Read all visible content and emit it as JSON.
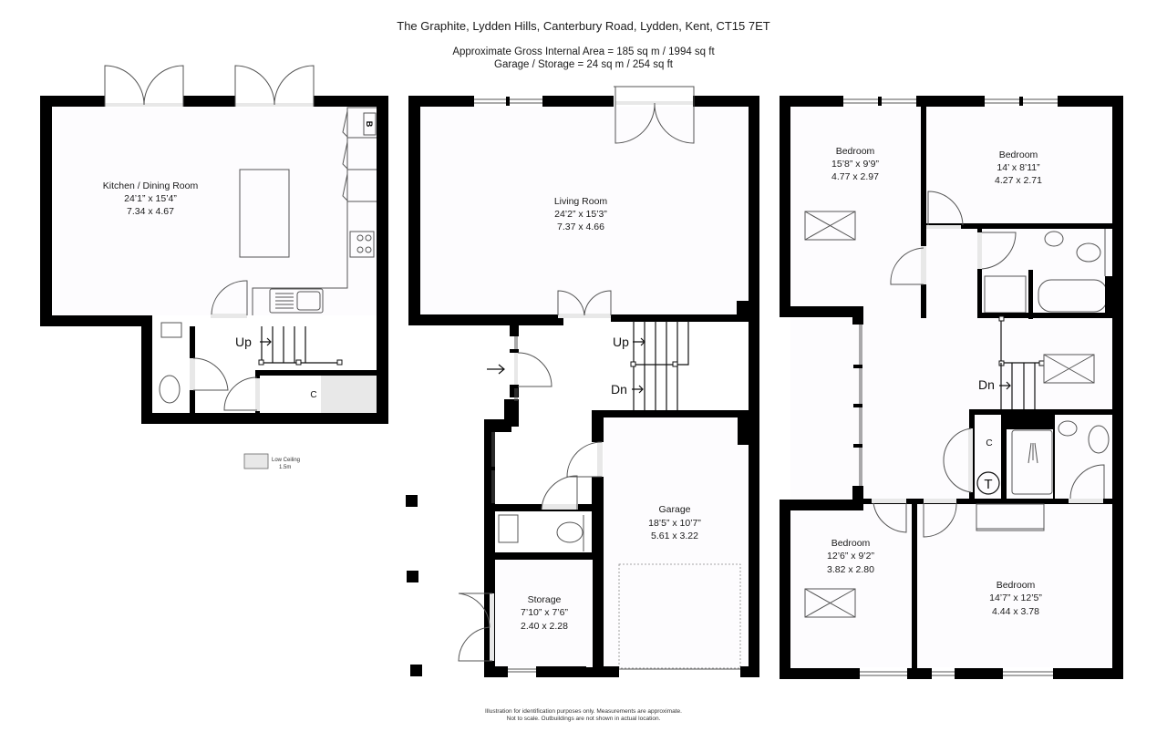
{
  "header": {
    "title": "The Graphite, Lydden Hills, Canterbury Road, Lydden, Kent, CT15 7ET",
    "gross_internal_area": "Approximate Gross Internal Area =  185 sq m / 1994 sq ft",
    "garage_storage_area": "Garage / Storage = 24 sq m / 254 sq ft"
  },
  "lower_floor": {
    "kitchen": {
      "name": "Kitchen / Dining Room",
      "imperial": "24’1” x 15’4”",
      "metric": "7.34 x 4.67"
    },
    "stairs_label": "Up",
    "cupboard_label": "C",
    "boiler_label": "B"
  },
  "legend": {
    "low_ceiling_label": "Low Ceiling",
    "low_ceiling_value": "1.5m"
  },
  "ground_floor": {
    "living_room": {
      "name": "Living Room",
      "imperial": "24’2” x 15’3”",
      "metric": "7.37 x 4.66"
    },
    "garage": {
      "name": "Garage",
      "imperial": "18’5” x 10’7”",
      "metric": "5.61 x 3.22"
    },
    "storage": {
      "name": "Storage",
      "imperial": "7’10” x 7’6”",
      "metric": "2.40 x 2.28"
    },
    "stairs_up_label": "Up",
    "stairs_down_label": "Dn"
  },
  "first_floor": {
    "bedroom1": {
      "name": "Bedroom",
      "imperial": "15’8” x 9’9”",
      "metric": "4.77 x 2.97"
    },
    "bedroom2": {
      "name": "Bedroom",
      "imperial": "14’ x 8’11”",
      "metric": "4.27 x 2.71"
    },
    "bedroom3": {
      "name": "Bedroom",
      "imperial": "12’6” x 9’2”",
      "metric": "3.82 x 2.80"
    },
    "bedroom4": {
      "name": "Bedroom",
      "imperial": "14’7” x 12’5”",
      "metric": "4.44 x 3.78"
    },
    "stairs_down_label": "Dn",
    "cupboard_label": "C",
    "tank_label": "T"
  },
  "footer": {
    "line1": "Illustration for identification purposes only.  Measurements are approximate.",
    "line2": "Not to scale.  Outbuildings are not shown in actual location."
  }
}
